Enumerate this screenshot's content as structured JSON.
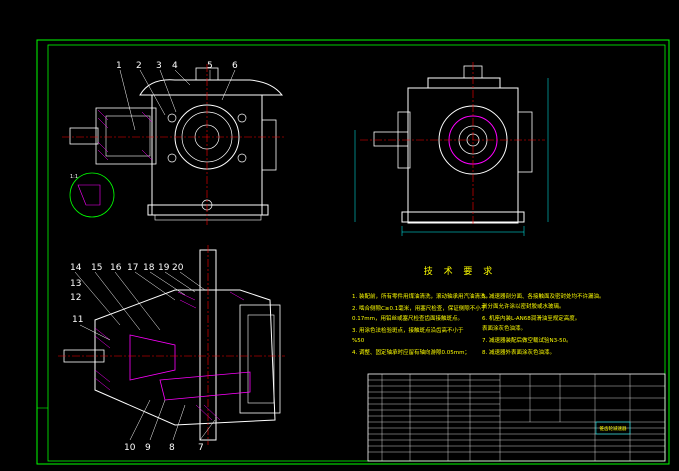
{
  "colors": {
    "background": "#000000",
    "border": "#00ff00",
    "outline": "#ffffff",
    "centerline": "#ff0000",
    "hatch": "#ff00ff",
    "text": "#ffff00",
    "dimension": "#00ffff",
    "hidden": "#0000ff"
  },
  "part_labels_front": [
    "1",
    "2",
    "3",
    "4",
    "5",
    "6"
  ],
  "part_labels_plan": [
    "14",
    "15",
    "16",
    "17",
    "18",
    "19",
    "20",
    "13",
    "12",
    "11",
    "10",
    "9",
    "8",
    "7"
  ],
  "detail_scale": "1:1",
  "technical_requirements": {
    "title": "技 术 要 求",
    "left_items": [
      "1. 装配前，所有零件用煤油清洗，滚动轴承用汽油清洗。",
      "2. 啮合侧隙C≥0.1毫米，用塞尺检查，保证侧隙不小于",
      "   0.17mm，用铅丝或塞尺检查齿面接触斑点。",
      "3. 用涂色法检验斑点，接触斑点沿齿高不小于",
      "   %50",
      "4. 调整、固定轴承时应留有轴向游隙0.05mm；"
    ],
    "right_items": [
      "5. 减速器剖分面、各接触面及密封处均不许漏油。",
      "   剖分面允许涂以密封胶或水玻璃。",
      "6. 机座内装L-AN68润滑油至规定高度。",
      "   表面涂灰色油漆。",
      "7. 减速器装配后做空载试验N3-50。",
      "8. 减速器外表面涂灰色油漆。"
    ]
  },
  "title_block": {
    "drawing_name": "锥齿轮减速器"
  }
}
